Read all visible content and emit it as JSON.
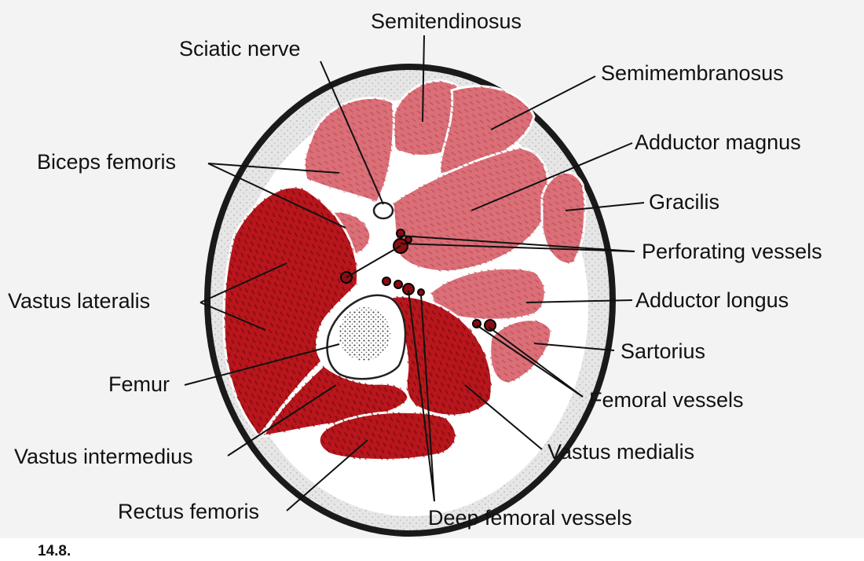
{
  "figure_number": "14.8.",
  "labels": {
    "semitendinosus": "Semitendinosus",
    "sciatic_nerve": "Sciatic nerve",
    "semimembranosus": "Semimembranosus",
    "adductor_magnus": "Adductor magnus",
    "biceps_femoris": "Biceps femoris",
    "gracilis": "Gracilis",
    "perforating_vessels": "Perforating vessels",
    "vastus_lateralis": "Vastus lateralis",
    "adductor_longus": "Adductor longus",
    "sartorius": "Sartorius",
    "femur": "Femur",
    "femoral_vessels": "Femoral vessels",
    "vastus_intermedius": "Vastus intermedius",
    "vastus_medialis": "Vastus medialis",
    "rectus_femoris": "Rectus femoris",
    "deep_femoral_vessels": "Deep femoral vessels"
  },
  "colors": {
    "background": "#f3f3f3",
    "skin": "#1a1a1a",
    "fat": "#e6e6e6",
    "posterior_muscle": "#db6f78",
    "anterior_muscle": "#b8161c",
    "vessel": "#8b0d12",
    "bone": "#ffffff"
  }
}
